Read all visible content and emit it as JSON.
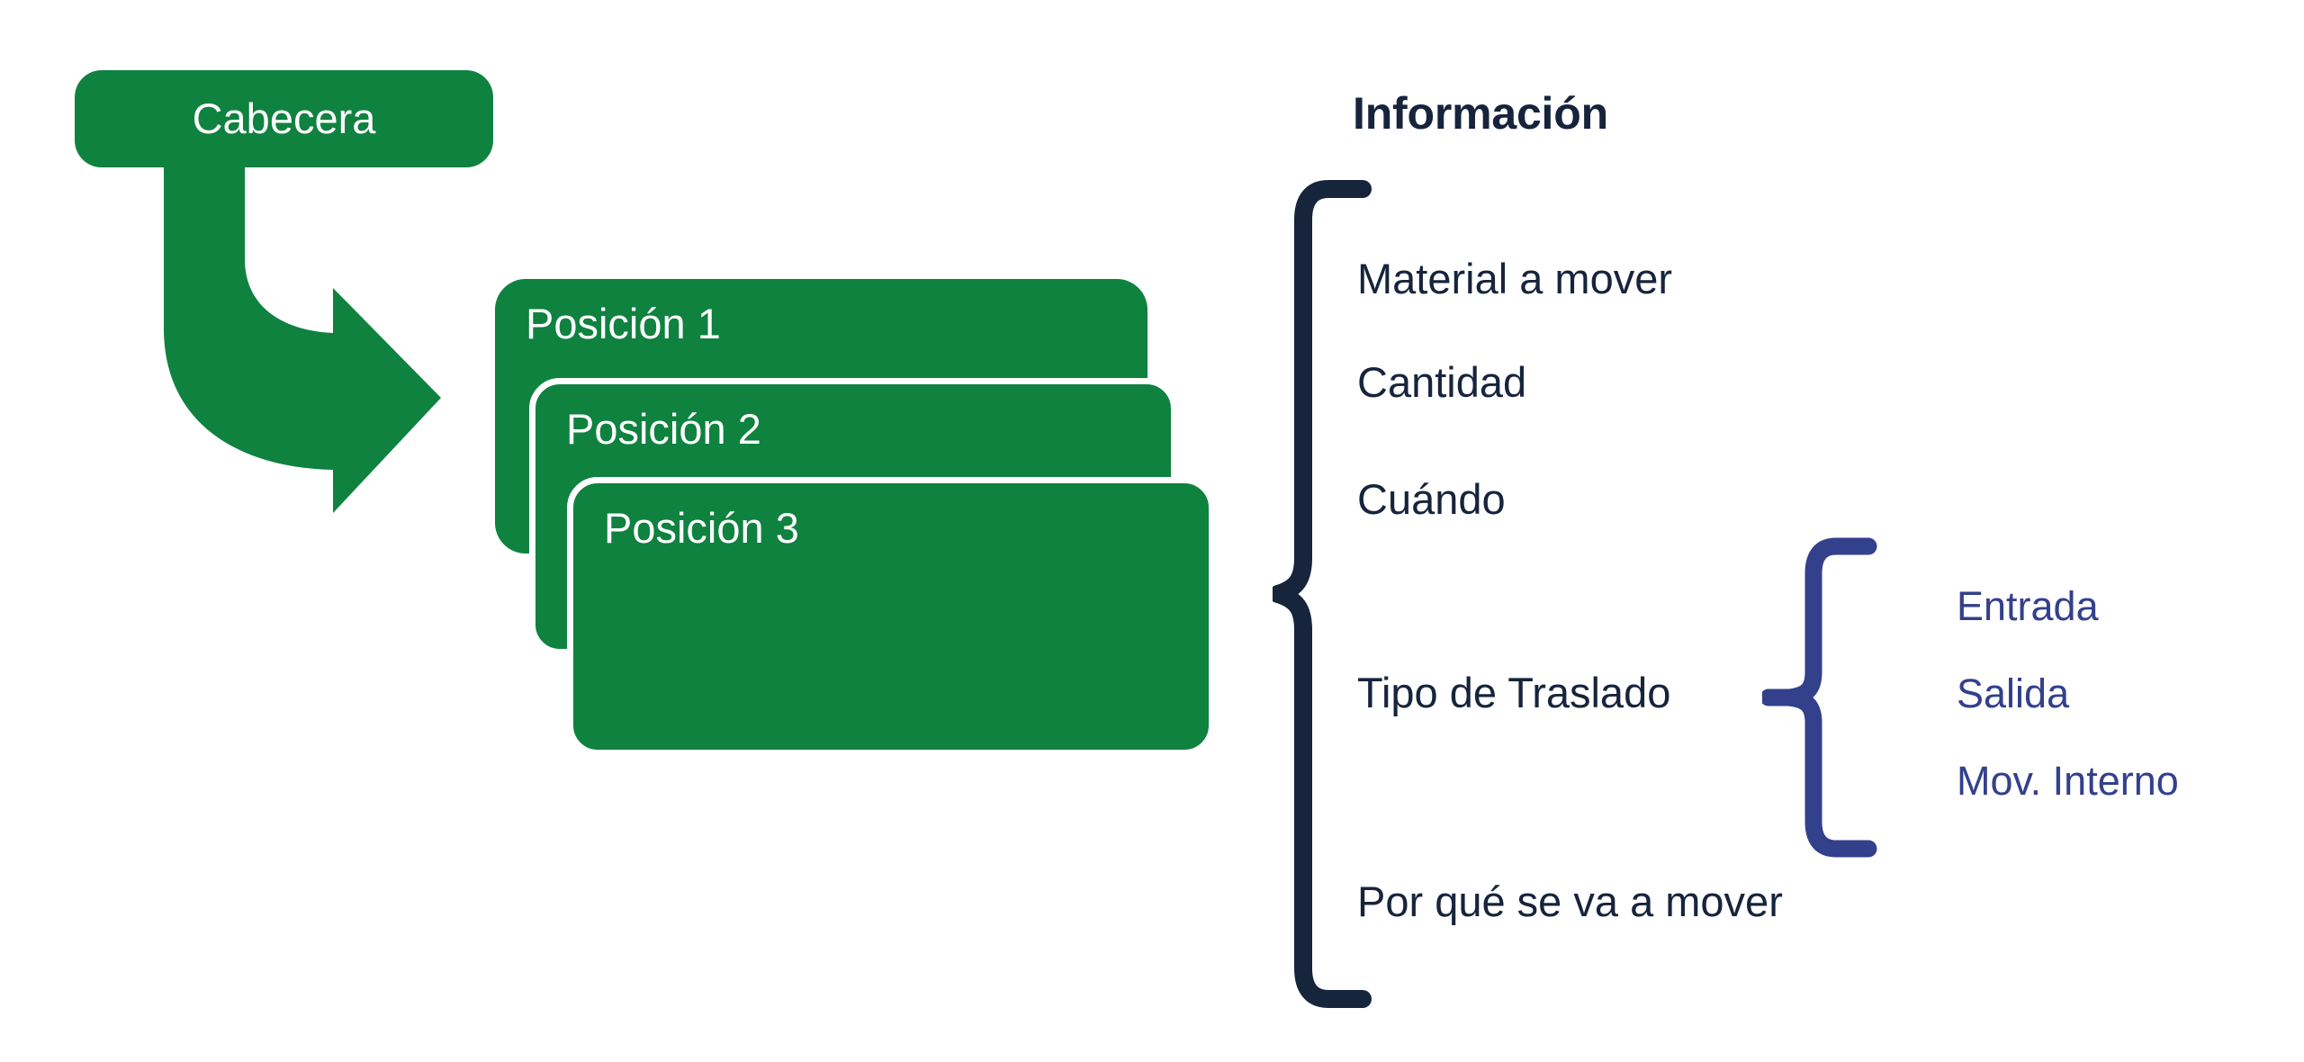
{
  "colors": {
    "green": "#0f8240",
    "navy": "#16243c",
    "blue": "#33408c",
    "white": "#ffffff",
    "background": "#ffffff"
  },
  "header": {
    "label": "Cabecera"
  },
  "arrow": {
    "icon": "curved-arrow-down-right-icon"
  },
  "positions": {
    "cards": [
      {
        "label": "Posición 1"
      },
      {
        "label": "Posición 2"
      },
      {
        "label": "Posición 3"
      }
    ]
  },
  "information": {
    "title": "Información",
    "brace_icon": "curly-brace-left-icon",
    "items": [
      {
        "label": "Material a mover"
      },
      {
        "label": "Cantidad"
      },
      {
        "label": "Cuándo"
      },
      {
        "label": "Tipo de Traslado"
      },
      {
        "label": "Por qué se va a mover"
      }
    ]
  },
  "transfer_types": {
    "brace_icon": "curly-brace-left-icon",
    "items": [
      {
        "label": "Entrada"
      },
      {
        "label": "Salida"
      },
      {
        "label": "Mov. Interno"
      }
    ]
  }
}
